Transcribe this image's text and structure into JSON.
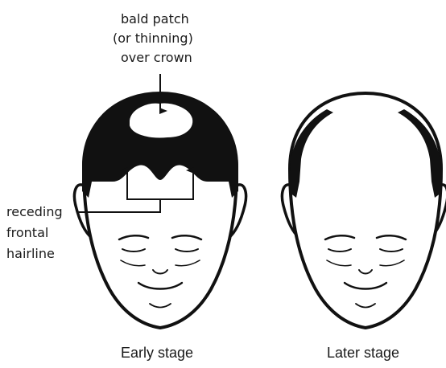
{
  "annotations": {
    "crown": [
      "bald patch",
      "(or thinning)",
      "over crown"
    ],
    "hairline": [
      "receding",
      "frontal",
      "hairline"
    ]
  },
  "captions": {
    "early": "Early stage",
    "later": "Later stage"
  },
  "colors": {
    "ink": "#111111",
    "skin": "#ffffff"
  }
}
